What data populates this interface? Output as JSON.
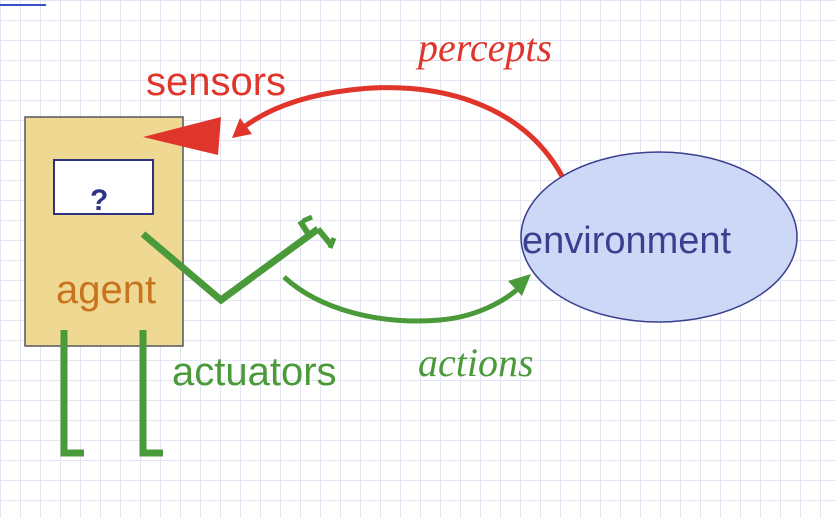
{
  "labels": {
    "sensors": "sensors",
    "percepts": "percepts",
    "environment": "environment",
    "agent": "agent",
    "question": "?",
    "actuators": "actuators",
    "actions": "actions"
  },
  "colors": {
    "sensor_red": "#e0352a",
    "actuator_green": "#4a9a3a",
    "agent_fill": "#efd992",
    "environment_fill": "#ccd8f6",
    "environment_text": "#3a3f8f",
    "agent_text": "#c8731e"
  }
}
